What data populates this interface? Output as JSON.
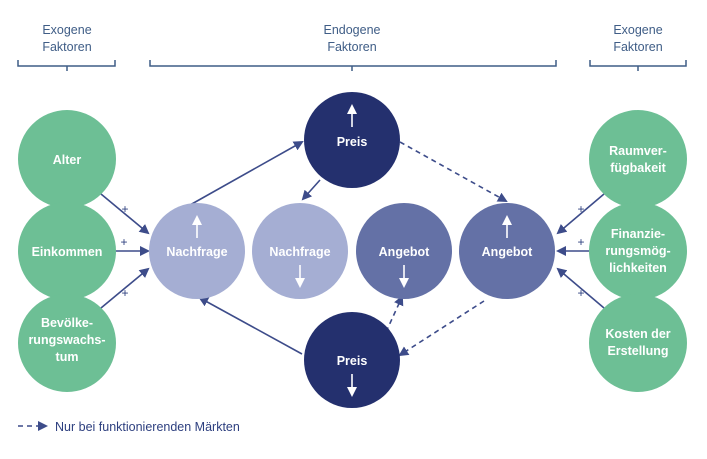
{
  "header": {
    "left": [
      "Exogene",
      "Faktoren"
    ],
    "center": [
      "Endogene",
      "Faktoren"
    ],
    "right": [
      "Exogene",
      "Faktoren"
    ]
  },
  "left_factors": [
    {
      "lines": [
        "Alter"
      ]
    },
    {
      "lines": [
        "Einkommen"
      ]
    },
    {
      "lines": [
        "Bevölke-",
        "rungswachs-",
        "tum"
      ]
    }
  ],
  "right_factors": [
    {
      "lines": [
        "Raumver-",
        "fügbakeit"
      ]
    },
    {
      "lines": [
        "Finanzie-",
        "rungsmög-",
        "lichkeiten"
      ]
    },
    {
      "lines": [
        "Kosten der",
        "Erstellung"
      ]
    }
  ],
  "nodes": {
    "preis_top": "Preis",
    "nachfrage_up": "Nachfrage",
    "nachfrage_down": "Nachfrage",
    "angebot_down": "Angebot",
    "angebot_up": "Angebot",
    "preis_bottom": "Preis"
  },
  "plus_sign": "+",
  "legend": {
    "text": "Nur bei funktionierenden Märkten"
  },
  "colors": {
    "green": "#6dbf95",
    "light": "#a5aed3",
    "mid": "#6471a6",
    "dark": "#24306e",
    "arrow": "#3d4c8a",
    "bracket": "#3f5d86"
  }
}
